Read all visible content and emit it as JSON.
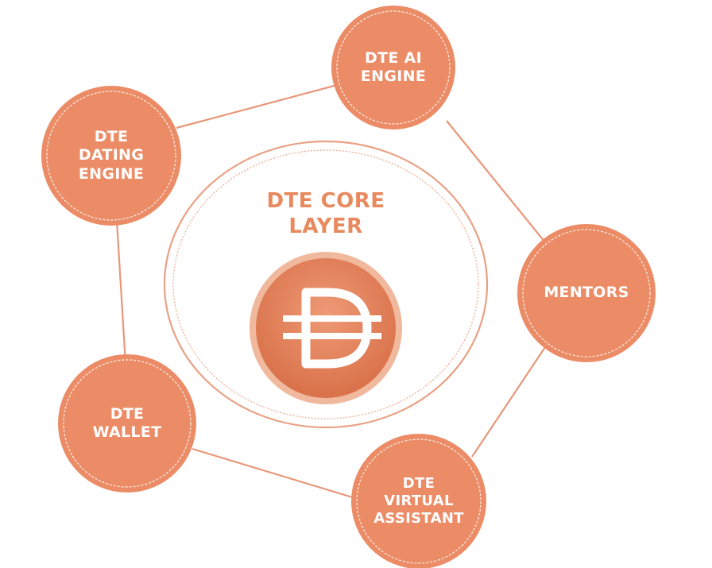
{
  "core": {
    "title_line1": "DTE CORE",
    "title_line2": "LAYER",
    "logo_icon": "dte-coin-logo-icon"
  },
  "nodes": [
    {
      "id": "ai-engine",
      "lines": [
        "DTE AI",
        "ENGINE"
      ]
    },
    {
      "id": "dating-engine",
      "lines": [
        "DTE",
        "DATING",
        "ENGINE"
      ]
    },
    {
      "id": "mentors",
      "lines": [
        "MENTORS"
      ]
    },
    {
      "id": "wallet",
      "lines": [
        "DTE",
        "WALLET"
      ]
    },
    {
      "id": "virtual-assistant",
      "lines": [
        "DTE",
        "VIRTUAL",
        "ASSISTANT"
      ]
    }
  ],
  "colors": {
    "node_fill": "#EB8C67",
    "node_dash": "#FBE3D7",
    "connector": "#E8977A",
    "core_ring": "#E9A184",
    "core_title": "#E8895E",
    "coin_fill": "#E07D55",
    "coin_rim": "#F0B89C"
  }
}
